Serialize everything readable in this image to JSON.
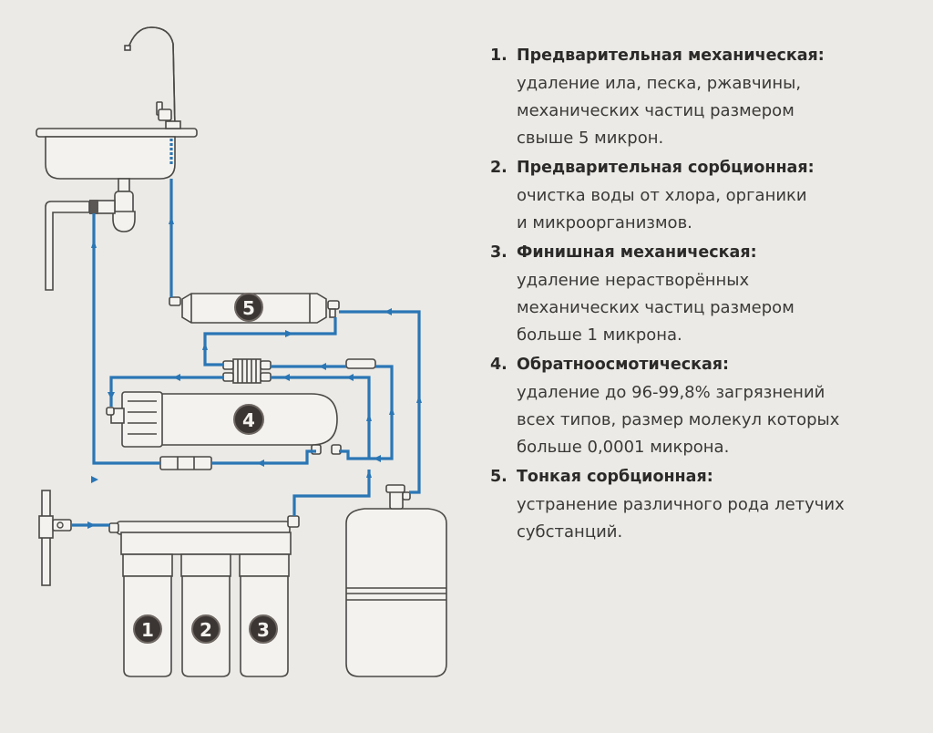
{
  "diagram": {
    "title": "Схема системы обратного осмоса",
    "components": {
      "faucet": "faucet",
      "sink": "sink",
      "drain": "drain-saddle",
      "inlet_valve": "inlet-valve",
      "prefilters": [
        "1",
        "2",
        "3"
      ],
      "membrane": "4",
      "postfilter": "5",
      "flow_restrictor": "flow-restrictor",
      "auto_shutoff_valve": "shutoff-valve",
      "check_valve": "check-valve",
      "tank": "storage-tank"
    },
    "colors": {
      "pipe": "#2a76b5",
      "badge": "#3b3633",
      "background": "#ebeae6",
      "text": "#2b2a29"
    }
  },
  "legend": {
    "items": [
      {
        "number": "1.",
        "title": "Предварительная механическая:",
        "lines": [
          "удаление ила, песка, ржавчины,",
          "механических частиц размером",
          "свыше 5 микрон."
        ]
      },
      {
        "number": "2.",
        "title": "Предварительная сорбционная:",
        "lines": [
          "очистка воды от хлора, органики",
          "и микроорганизмов."
        ]
      },
      {
        "number": "3.",
        "title": "Финишная механическая:",
        "lines": [
          "удаление нерастворённых",
          "механических частиц  размером",
          "больше 1 микрона."
        ]
      },
      {
        "number": "4.",
        "title": "Обратноосмотическая:",
        "lines": [
          "удаление до 96-99,8% загрязнений",
          "всех типов, размер молекул которых",
          "больше 0,0001 микрона."
        ]
      },
      {
        "number": "5.",
        "title": "Тонкая сорбционная:",
        "lines": [
          "устранение различного рода летучих",
          "субстанций."
        ]
      }
    ]
  }
}
